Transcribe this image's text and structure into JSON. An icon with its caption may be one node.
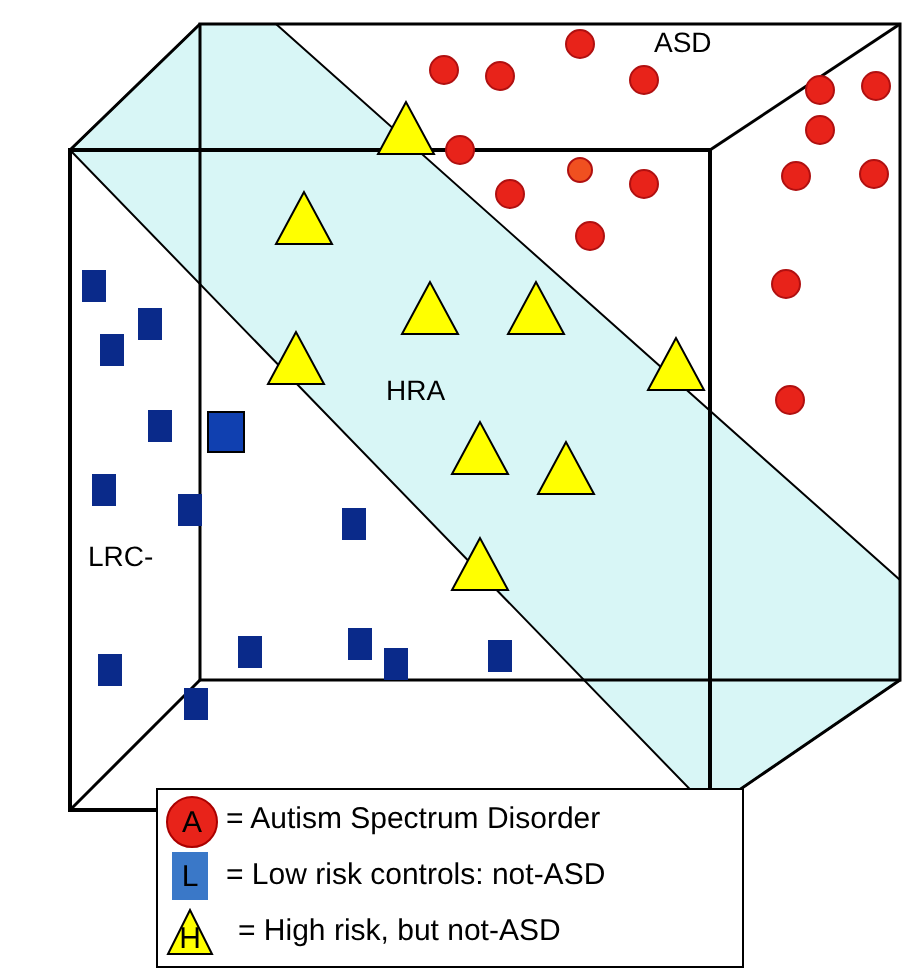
{
  "diagram": {
    "labels": [
      "ASD",
      "HRA",
      "LRC-",
      "A",
      "L",
      "H"
    ],
    "legend": [
      {
        "text": "= Autism Spectrum Disorder",
        "color": "#e8231a"
      },
      {
        "text": "= Low risk controls: not-ASD",
        "color": "#3a78c8"
      },
      {
        "text": "= High risk, but not-ASD",
        "color": "#ffff00"
      }
    ]
  }
}
